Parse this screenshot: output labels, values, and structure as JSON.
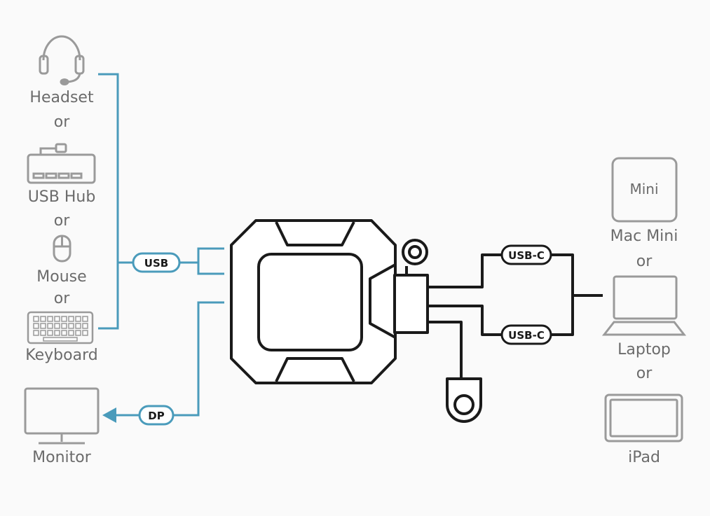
{
  "left_devices": {
    "headset": "Headset",
    "or1": "or",
    "usb_hub": "USB Hub",
    "or2": "or",
    "mouse": "Mouse",
    "or3": "or",
    "keyboard": "Keyboard",
    "monitor": "Monitor"
  },
  "right_devices": {
    "mini_screen": "Mini",
    "mac_mini": "Mac Mini",
    "or1": "or",
    "laptop": "Laptop",
    "or2": "or",
    "ipad": "iPad"
  },
  "connectors": {
    "usb": "USB",
    "dp": "DP",
    "usb_c_top": "USB-C",
    "usb_c_bottom": "USB-C"
  },
  "colors": {
    "cable_blue": "#4a9bbb",
    "device_gray": "#9a9a9a",
    "label_gray": "#6b6b6b",
    "outline_black": "#1a1a1a"
  }
}
